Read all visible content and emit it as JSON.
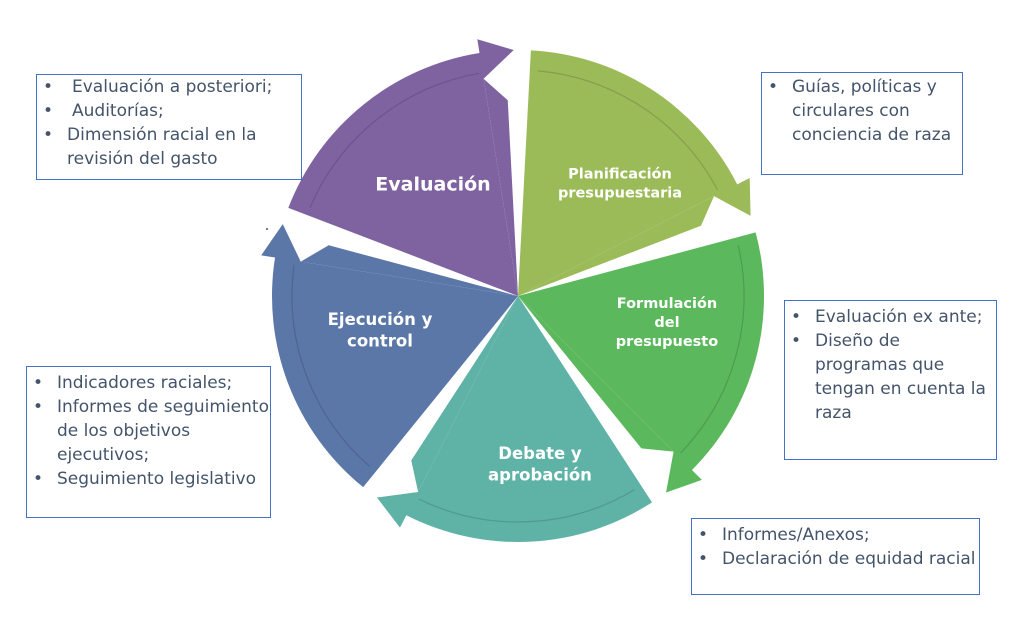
{
  "diagram": {
    "type": "cycle",
    "stages": [
      {
        "id": "planificacion",
        "label_lines": [
          "Planificación",
          "presupuestaria"
        ],
        "color": "#9bbb59"
      },
      {
        "id": "formulacion",
        "label_lines": [
          "Formulación",
          "del",
          "presupuesto"
        ],
        "color": "#5cb85c"
      },
      {
        "id": "debate",
        "label_lines": [
          "Debate y",
          "aprobación"
        ],
        "color": "#5fb3a6"
      },
      {
        "id": "ejecucion",
        "label_lines": [
          "Ejecución y",
          "control"
        ],
        "color": "#5b77a8"
      },
      {
        "id": "evaluacion",
        "label_lines": [
          "Evaluación"
        ],
        "color": "#7f63a1"
      }
    ],
    "notes": {
      "evaluacion": [
        "Evaluación a posteriori;",
        "Auditorías;",
        "Dimensión racial en la revisión del gasto"
      ],
      "planificacion": [
        "Guías, políticas y circulares con conciencia de raza"
      ],
      "formulacion": [
        "Evaluación ex ante;",
        "Diseño de programas que tengan en cuenta la raza"
      ],
      "ejecucion": [
        "Indicadores raciales;",
        "Informes de seguimiento de los objetivos ejecutivos;",
        "Seguimiento legislativo"
      ],
      "debate": [
        "Informes/Anexos;",
        "Declaración de equidad racial"
      ]
    },
    "colors": {
      "note_border": "#4472c4",
      "note_text": "#44546a",
      "segment_text": "#ffffff"
    }
  }
}
